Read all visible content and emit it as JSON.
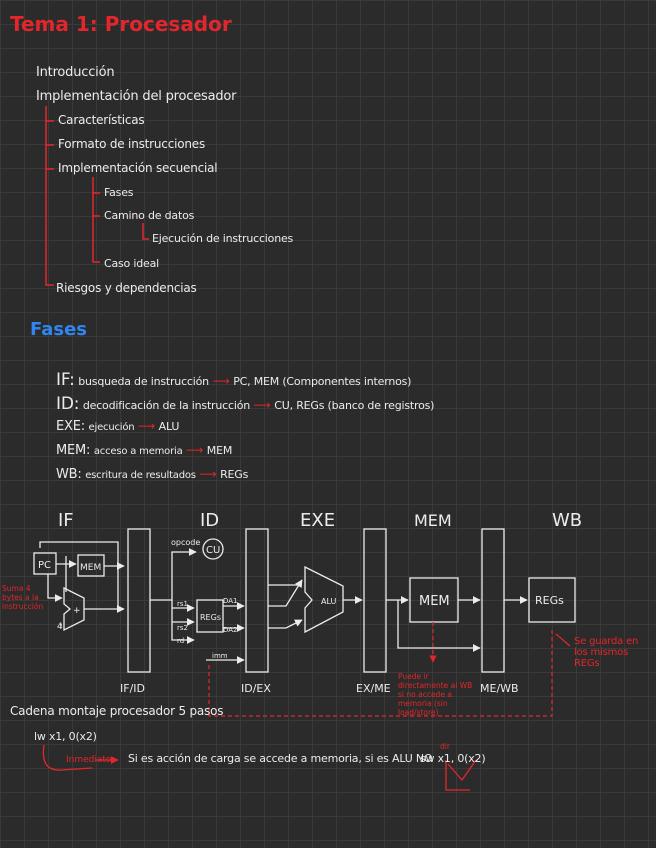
{
  "title": "Tema 1: Procesador",
  "outline": {
    "intro": "Introducción",
    "impl": "Implementación del procesador",
    "caracteristicas": "Características",
    "formato": "Formato de instrucciones",
    "impl_secuencial": "Implementación secuencial",
    "fases": "Fases",
    "camino": "Camino de datos",
    "ejecucion": "Ejecución de instrucciones",
    "caso_ideal": "Caso ideal",
    "riesgos": "Riesgos y dependencias"
  },
  "section_fases": "Fases",
  "phases": [
    {
      "abbr": "IF:",
      "desc": "busqueda de instrucción",
      "target": "PC, MEM (Componentes internos)"
    },
    {
      "abbr": "ID:",
      "desc": "decodificación de la instrucción",
      "target": "CU, REGs (banco de registros)"
    },
    {
      "abbr": "EXE:",
      "desc": "ejecución",
      "target": "ALU"
    },
    {
      "abbr": "MEM:",
      "desc": "acceso a memoria",
      "target": "MEM"
    },
    {
      "abbr": "WB:",
      "desc": "escritura de resultados",
      "target": "REGs"
    }
  ],
  "diagram": {
    "stage_if": "IF",
    "stage_id": "ID",
    "stage_exe": "EXE",
    "stage_mem": "MEM",
    "stage_wb": "WB",
    "pc": "PC",
    "mem_if": "MEM",
    "add_label": "+",
    "four": "4",
    "opcode": "opcode",
    "cu": "CU",
    "rs1": "rs1",
    "rs2": "rs2",
    "rd": "rd",
    "regs_id": "REGs",
    "rd1": "DA1",
    "rd2": "DA2",
    "imm": "imm",
    "alu": "ALU",
    "mem_box": "MEM",
    "regs_wb": "REGs",
    "reg_ifid": "IF/ID",
    "reg_idex": "ID/EX",
    "reg_exme": "EX/ME",
    "reg_mewb": "ME/WB",
    "note_left": "Suma 4 bytes a la instrucción",
    "note_mem": "Puede ir directamente al WB si no accede a memoria (sin load/store)",
    "note_wb": "Se guarda en los mismos REGs"
  },
  "caption": "Cadena montaje procesador 5 pasos",
  "lw_example": "lw x1, 0(x2)",
  "lw_note": "Inmediato",
  "load_sentence": "Si es acción de carga se accede a memoria, si es ALU NO",
  "sw_example": "sw x1, 0(x2)",
  "sw_note": "dir"
}
